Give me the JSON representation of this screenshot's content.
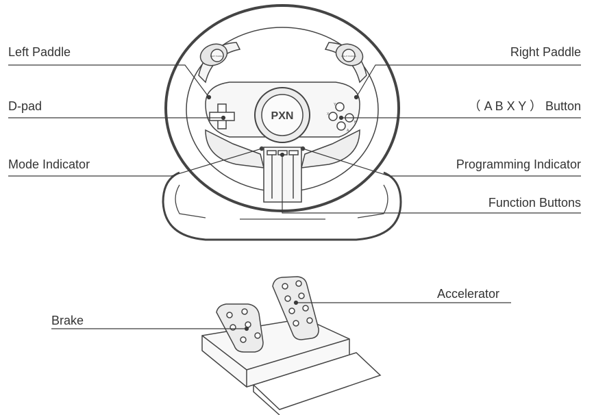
{
  "labels": {
    "left_paddle": "Left Paddle",
    "right_paddle": "Right Paddle",
    "dpad": "D-pad",
    "abxy_button": "（ A B X Y ） Button",
    "mode_indicator": "Mode Indicator",
    "programming_indicator": "Programming Indicator",
    "function_buttons": "Function Buttons",
    "accelerator": "Accelerator",
    "brake": "Brake"
  },
  "wheel": {
    "logo": "PXN",
    "paddle_left_text": "LEFT PADDLE",
    "paddle_right_text": "RIGHT PADDLE",
    "face_buttons": {
      "y": "Y",
      "x": "X",
      "b": "B",
      "a": "A"
    }
  },
  "colors": {
    "line": "#3a3a3a",
    "outline": "#444444",
    "fill_light": "#f2f2f2",
    "fill_mid": "#e6e6e6",
    "text": "#333333"
  }
}
